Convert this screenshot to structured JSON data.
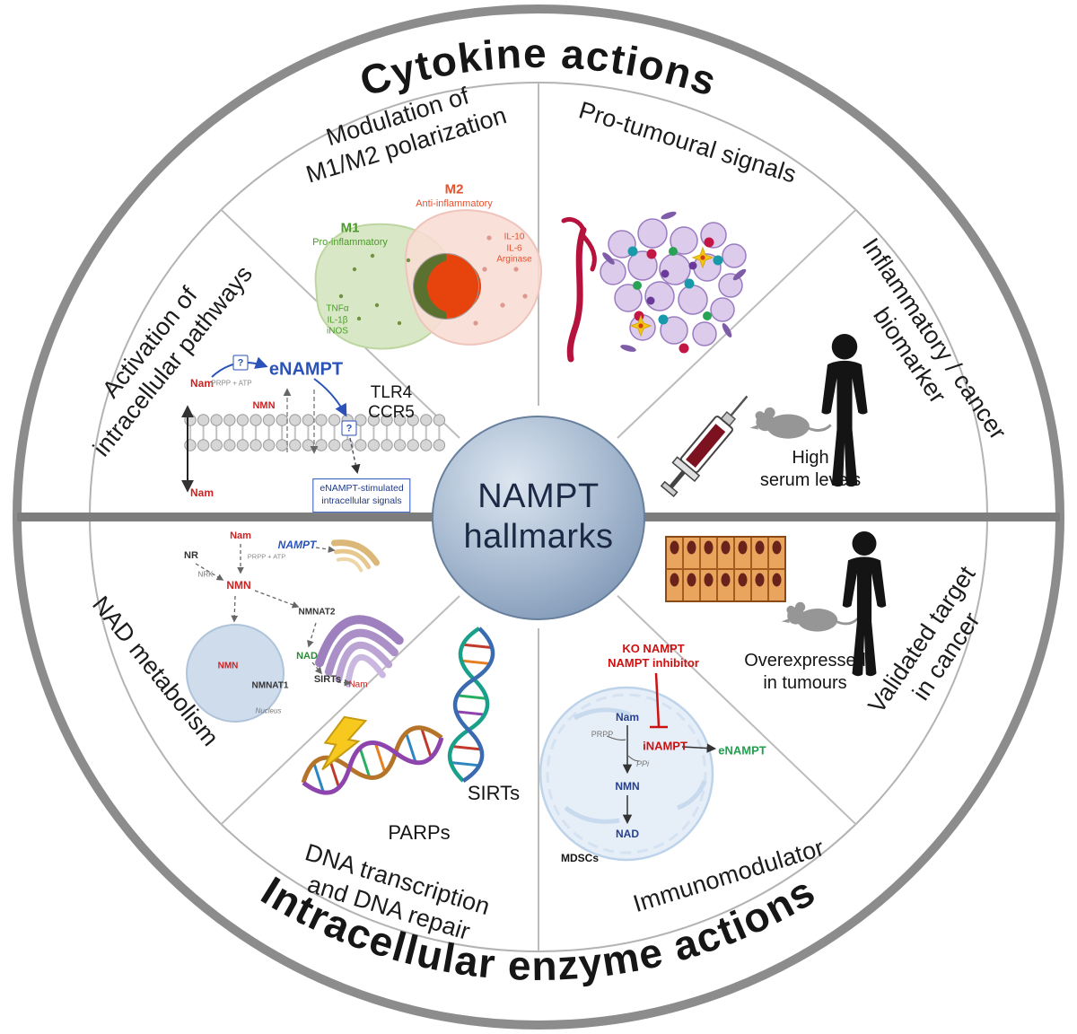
{
  "wheel": {
    "top_arc_title": "Cytokine actions",
    "bottom_arc_title": "Intracellular enzyme actions",
    "center_line1": "NAMPT",
    "center_line2": "hallmarks"
  },
  "sector_titles": {
    "activation_l1": "Activation of",
    "activation_l2": "intracellular pathways",
    "modulation_l1": "Modulation of",
    "modulation_l2": "M1/M2 polarization",
    "protumoural": "Pro-tumoural signals",
    "biomarker_l1": "Inflammatory / cancer",
    "biomarker_l2": "biomarker",
    "validated_l1": "Validated target",
    "validated_l2": "in cancer",
    "immunomodulator": "Immunomodulator",
    "dna_l1": "DNA transcription",
    "dna_l2": "and DNA repair",
    "nad": "NAD metabolism"
  },
  "activation_panel": {
    "nam_top": "Nam",
    "prpp_atp": "PRPP + ATP",
    "nmn": "NMN",
    "enampt": "eNAMPT",
    "q_left": "?",
    "q_right": "?",
    "tlr4": "TLR4",
    "ccr5": "CCR5",
    "nam_bottom": "Nam",
    "signal_box_l1": "eNAMPT-stimulated",
    "signal_box_l2": "intracellular signals"
  },
  "polarization_panel": {
    "m1": "M1",
    "m1_sub": "Pro-inflammatory",
    "m1_markers": [
      "TNFα",
      "IL-1β",
      "iNOS"
    ],
    "m2": "M2",
    "m2_sub": "Anti-inflammatory",
    "m2_markers": [
      "IL-10",
      "IL-6",
      "Arginase"
    ]
  },
  "biomarker_panel": {
    "caption_l1": "High",
    "caption_l2": "serum levels"
  },
  "validated_panel": {
    "caption_l1": "Overexpressed",
    "caption_l2": "in tumours"
  },
  "immunomodulator_panel": {
    "ko_l1": "KO NAMPT",
    "ko_l2": "NAMPT inhibitor",
    "nam": "Nam",
    "prpp": "PRPP",
    "inampt": "iNAMPT",
    "ppi": "PPi",
    "nmn": "NMN",
    "nad": "NAD",
    "enampt": "eNAMPT",
    "cell_label": "MDSCs"
  },
  "dna_panel": {
    "parps": "PARPs",
    "sirts": "SIRTs"
  },
  "nad_panel": {
    "nam_top": "Nam",
    "nampt": "NAMPT",
    "prpp_atp": "PRPP + ATP",
    "nr": "NR",
    "nrk": "NRK",
    "nmn": "NMN",
    "nmnat2": "NMNAT2",
    "nad": "NAD",
    "sirts": "SIRTs",
    "nam_recycle": "Nam",
    "nmnat1": "NMNAT1",
    "nmn_nucleus": "NMN",
    "nucleus": "Nucleus"
  },
  "colors": {
    "ring_gray": "#8c8c8c",
    "divider_gray": "#7d7d7d",
    "center_fill": "#9fb3cb",
    "center_text": "#1b2945",
    "m1_green": "#4a9a28",
    "m2_red": "#e8502a",
    "enampt_blue": "#2a52b8",
    "inhibitor_red": "#cc1111",
    "enampt_green": "#21a04e",
    "metabolite_red": "#cc2222",
    "metabolite_blue": "#27408b",
    "nad_green": "#2a8a3a"
  }
}
